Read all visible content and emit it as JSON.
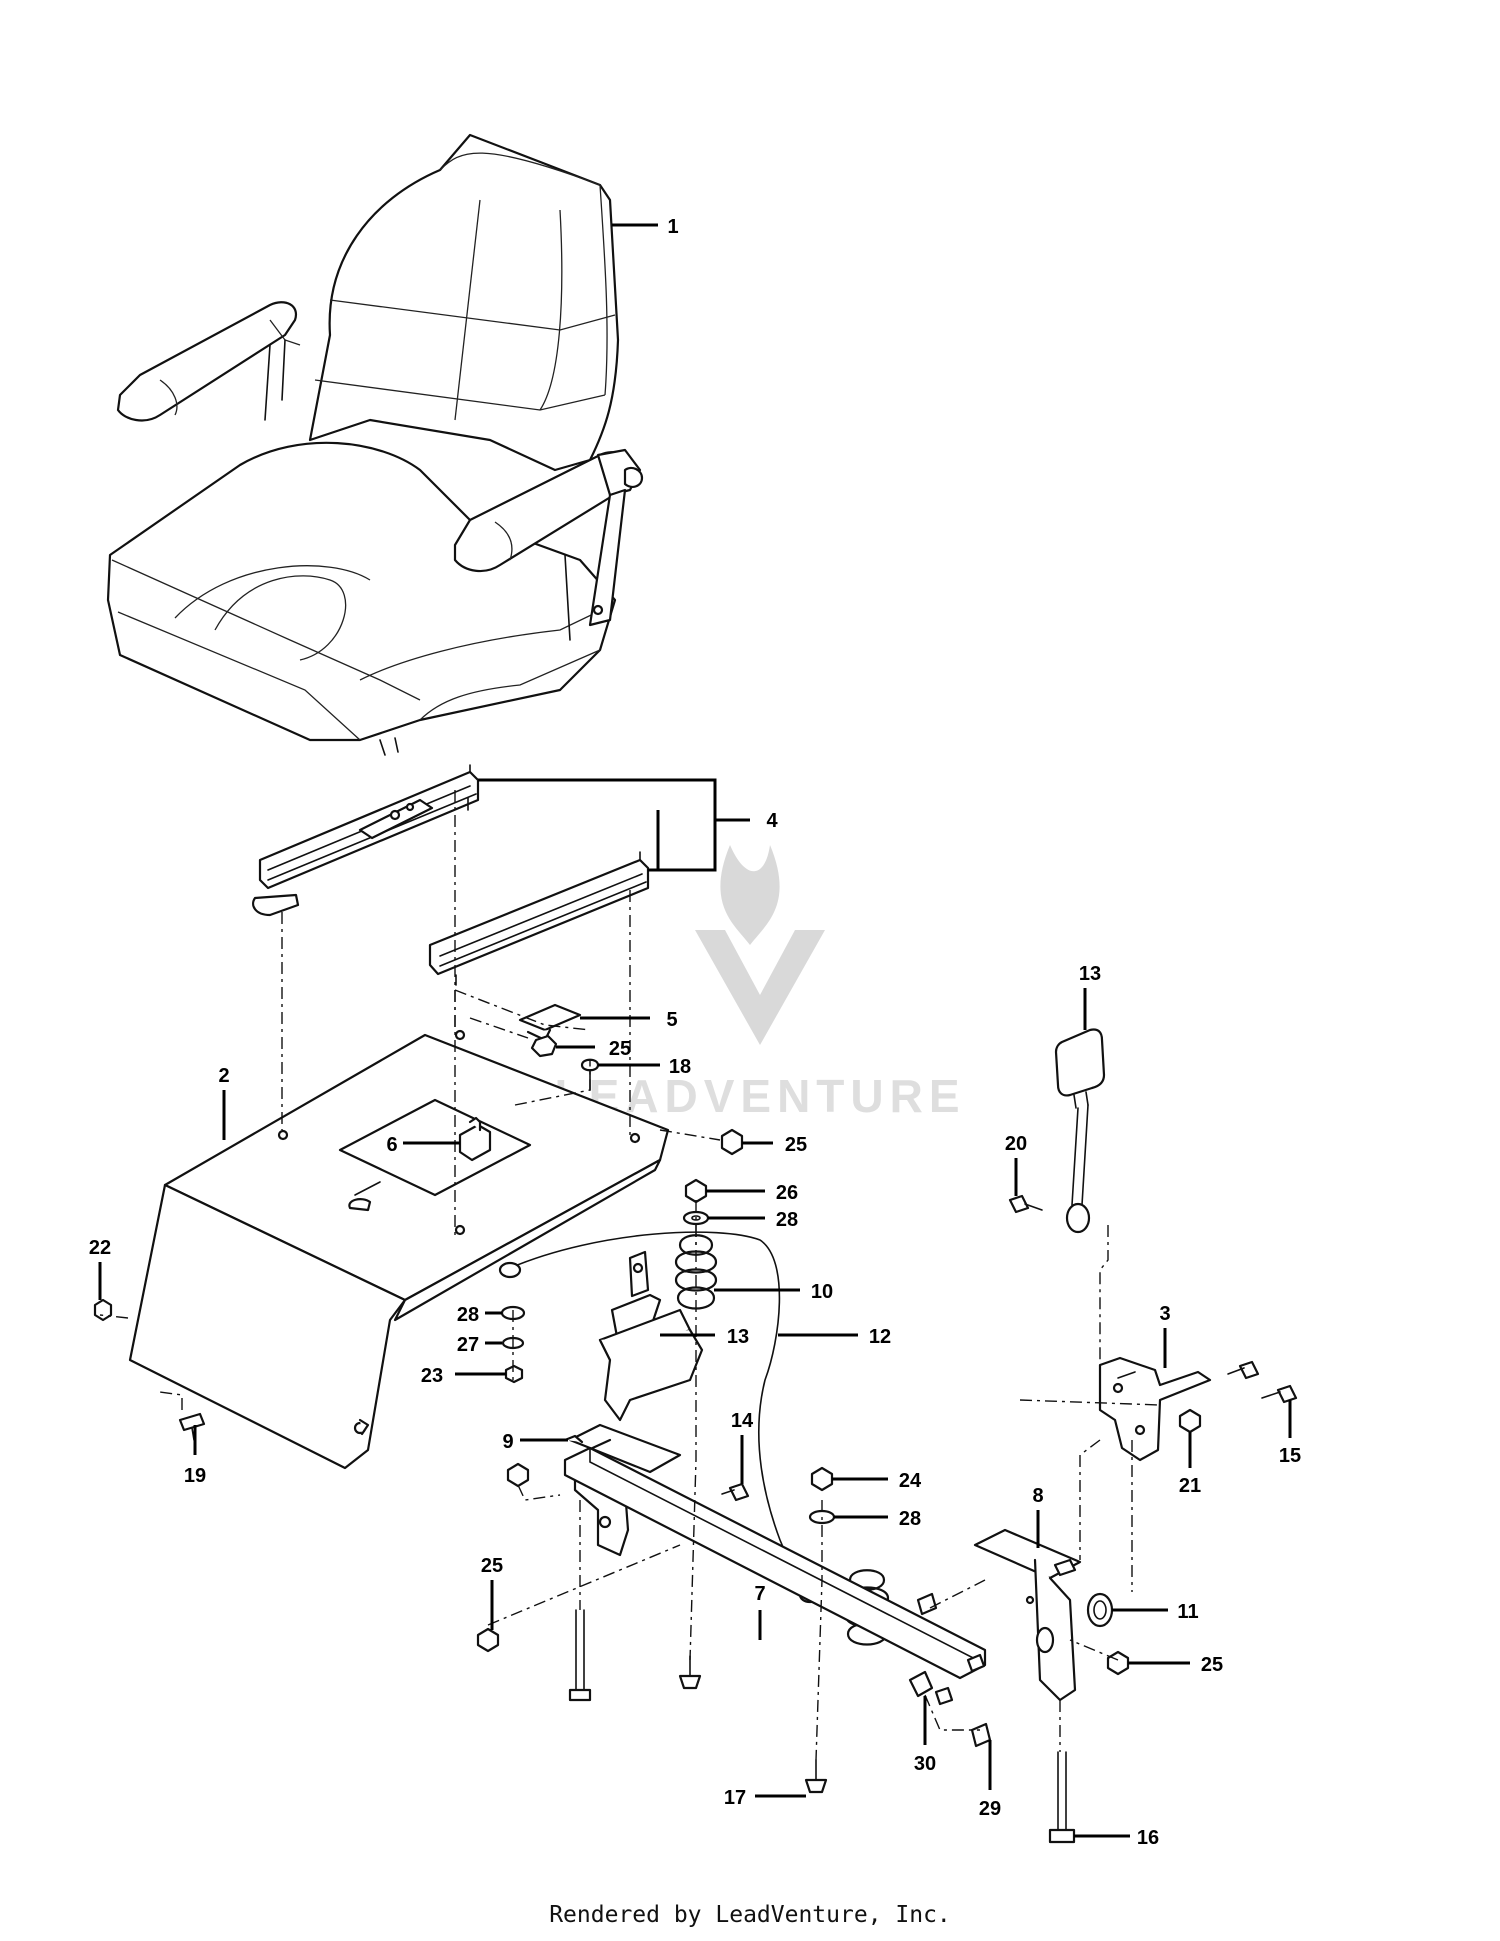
{
  "diagram": {
    "callouts": [
      "1",
      "2",
      "3",
      "4",
      "5",
      "6",
      "7",
      "8",
      "9",
      "10",
      "11",
      "12",
      "13",
      "13",
      "14",
      "15",
      "16",
      "17",
      "18",
      "19",
      "20",
      "21",
      "22",
      "23",
      "24",
      "25",
      "25",
      "25",
      "25",
      "26",
      "27",
      "28",
      "28",
      "28",
      "29",
      "30"
    ],
    "watermark": "LEADVENTURE",
    "footer": "Rendered by LeadVenture, Inc."
  }
}
